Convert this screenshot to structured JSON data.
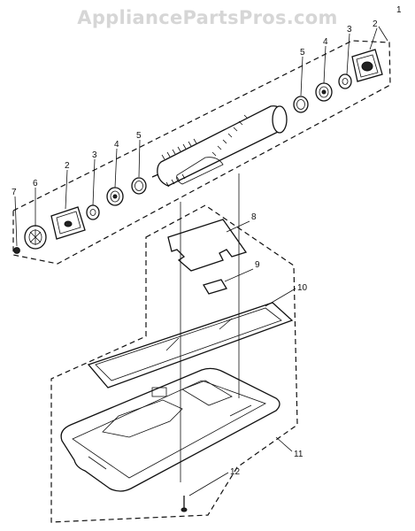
{
  "watermark": "AppliancePartsPros.com",
  "callouts": {
    "c1": "1",
    "c2a": "2",
    "c2b": "2",
    "c3a": "3",
    "c3b": "3",
    "c4a": "4",
    "c4b": "4",
    "c5a": "5",
    "c5b": "5",
    "c6": "6",
    "c7": "7",
    "c8": "8",
    "c9": "9",
    "c10": "10",
    "c11": "11",
    "c12": "12"
  }
}
